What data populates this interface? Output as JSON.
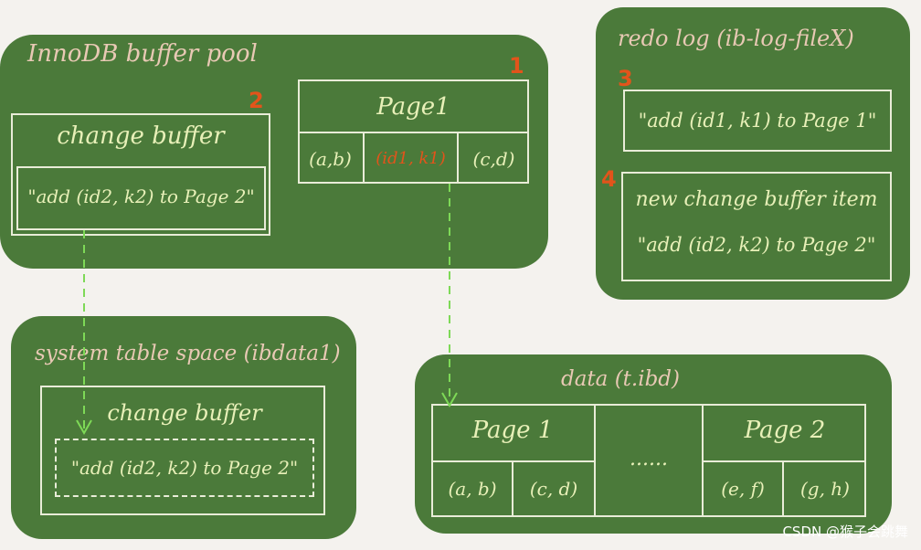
{
  "buffer_pool": {
    "title": "InnoDB buffer pool",
    "marker_1": "1",
    "marker_2": "2",
    "change_buffer_label": "change buffer",
    "change_buffer_item": "\"add (id2, k2) to Page 2\"",
    "page_label": "Page1",
    "page_cells": [
      "(a,b)",
      "(id1, k1)",
      "(c,d)"
    ]
  },
  "redo_log": {
    "title": "redo log (ib-log-fileX)",
    "marker_3": "3",
    "marker_4": "4",
    "entry_1": "\"add (id1, k1) to Page 1\"",
    "entry_2_line1": "new change buffer item",
    "entry_2_line2": "\"add (id2, k2) to Page 2\""
  },
  "system_tablespace": {
    "title": "system table space (ibdata1)",
    "change_buffer_label": "change buffer",
    "change_buffer_item": "\"add (id2, k2) to Page 2\""
  },
  "data_file": {
    "title": "data (t.ibd)",
    "page1_label": "Page 1",
    "page1_cells": [
      "(a, b)",
      "(c, d)"
    ],
    "ellipsis": "......",
    "page2_label": "Page 2",
    "page2_cells": [
      "(e, f)",
      "(g, h)"
    ]
  },
  "watermark": "CSDN @猴子会跳舞",
  "colors": {
    "panel": "#4b7a3a",
    "title_text": "#e8c9b4",
    "body_text": "#e8f0b8",
    "marker": "#e2541b",
    "highlight_cell": "#e2541b",
    "arrow": "#7ed957"
  }
}
